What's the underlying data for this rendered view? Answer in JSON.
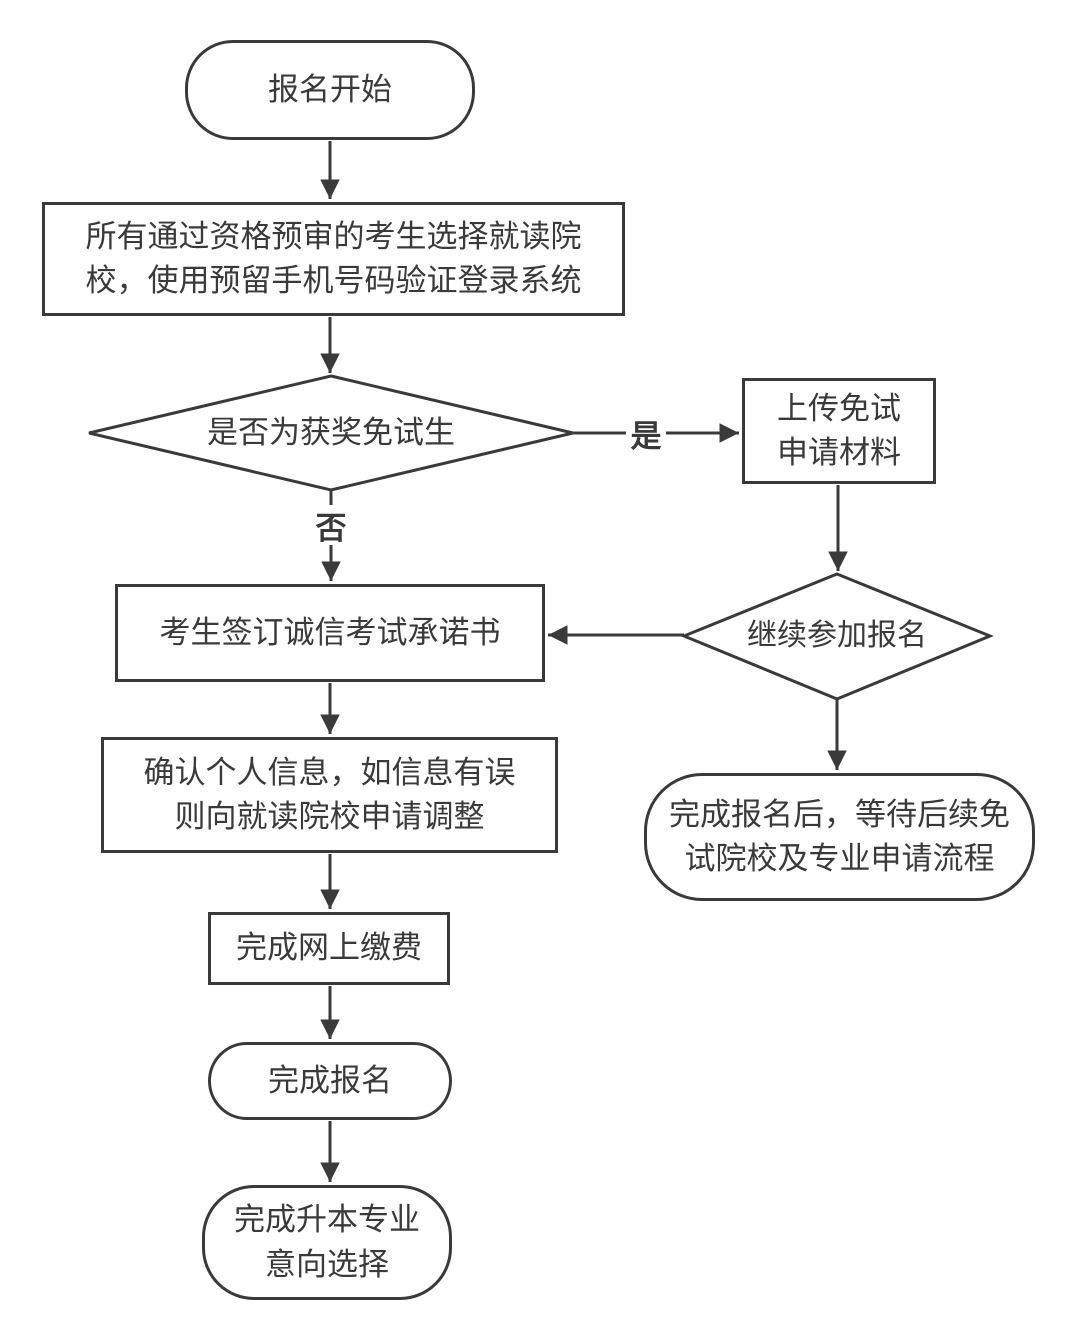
{
  "flowchart": {
    "colors": {
      "background": "#ffffff",
      "stroke": "#3a3a3a",
      "text": "#3a3a3a"
    },
    "nodes": {
      "start": {
        "type": "terminator",
        "label": "报名开始"
      },
      "login": {
        "type": "process",
        "label": "所有通过资格预审的考生选择就读院\n校，使用预留手机号码验证登录系统"
      },
      "is_award_exempt": {
        "type": "decision",
        "label": "是否为获奖免试生"
      },
      "upload_exempt_materials": {
        "type": "process",
        "label": "上传免试\n申请材料"
      },
      "sign_integrity_pledge": {
        "type": "process",
        "label": "考生签订诚信考试承诺书"
      },
      "continue_registration": {
        "type": "decision",
        "label": "继续参加报名"
      },
      "confirm_personal_info": {
        "type": "process",
        "label": "确认个人信息，如信息有误\n则向就读院校申请调整"
      },
      "await_exempt_process": {
        "type": "terminator",
        "label": "完成报名后，等待后续免\n试院校及专业申请流程"
      },
      "pay_online": {
        "type": "process",
        "label": "完成网上缴费"
      },
      "registration_complete": {
        "type": "terminator",
        "label": "完成报名"
      },
      "major_intention_complete": {
        "type": "terminator",
        "label": "完成升本专业\n意向选择"
      }
    },
    "edge_labels": {
      "yes": "是",
      "no": "否"
    }
  }
}
